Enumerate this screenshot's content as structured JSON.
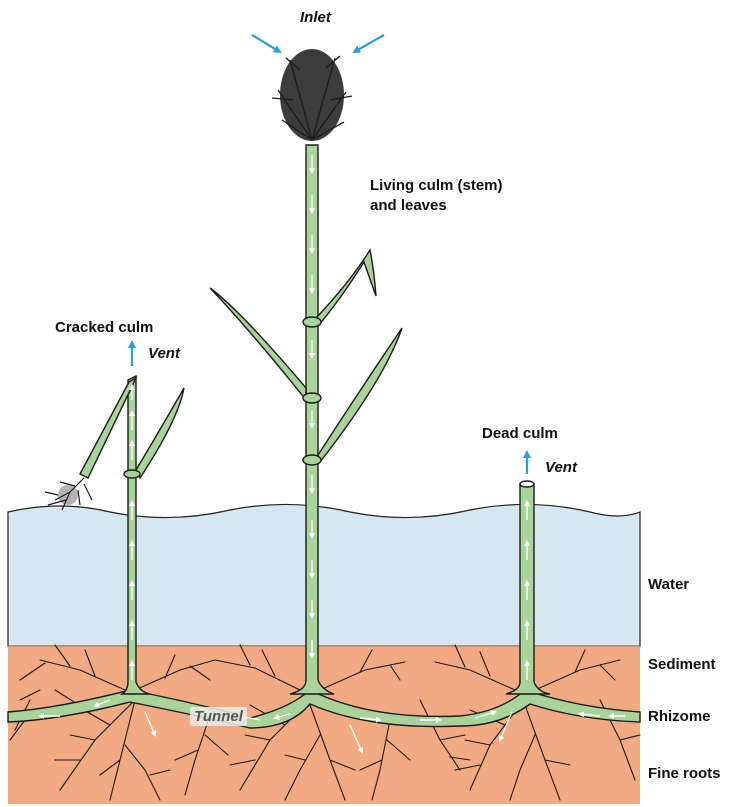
{
  "labels": {
    "inlet": "Inlet",
    "living_culm_line1": "Living culm (stem)",
    "living_culm_line2": "and leaves",
    "cracked_culm": "Cracked culm",
    "vent_left": "Vent",
    "dead_culm": "Dead culm",
    "vent_right": "Vent",
    "tunnel": "Tunnel",
    "water": "Water",
    "sediment": "Sediment",
    "rhizome": "Rhizome",
    "fine_roots": "Fine roots"
  },
  "colors": {
    "water": "#d6e7f2",
    "sediment": "#f2aa82",
    "plant": "#a8d49a",
    "outline": "#1a1a1a",
    "arrow": "#2a9fd8",
    "flow": "#ffffff"
  }
}
